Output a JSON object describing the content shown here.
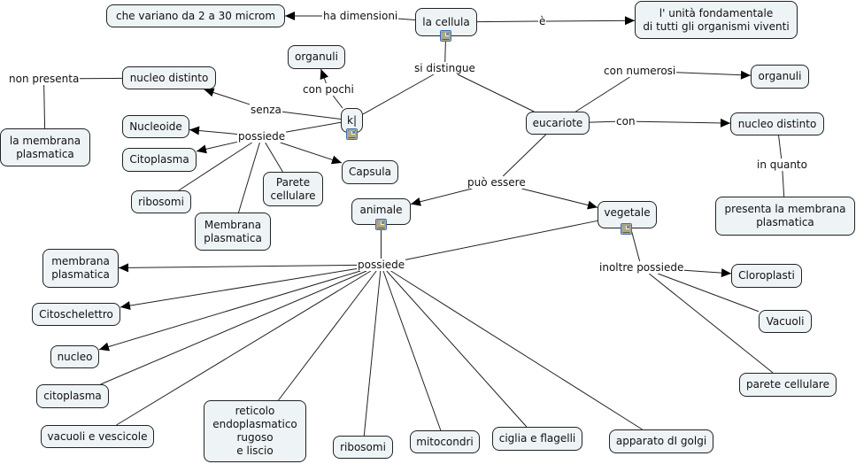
{
  "colors": {
    "node_fill": "#eef3f6",
    "node_border": "#222222",
    "line": "#222222",
    "resource_icon_border": "#3b6fb6"
  },
  "concepts": [
    {
      "id": "cellula",
      "label": "la cellula"
    },
    {
      "id": "dimensioni",
      "label": "che variano da 2 a 30 microm"
    },
    {
      "id": "unita",
      "label": "l' unità fondamentale\ndi tutti gli organismi viventi"
    },
    {
      "id": "organuli_pochi",
      "label": "organuli"
    },
    {
      "id": "procariote",
      "label": "k|"
    },
    {
      "id": "nucleo_distinto_p",
      "label": "nucleo distinto"
    },
    {
      "id": "membrana_np",
      "label": "la membrana\nplasmatica"
    },
    {
      "id": "nucleoide",
      "label": "Nucleoide"
    },
    {
      "id": "citoplasma_p",
      "label": "Citoplasma"
    },
    {
      "id": "ribosomi_p",
      "label": "ribosomi"
    },
    {
      "id": "membrana_p",
      "label": "Membrana\nplasmatica"
    },
    {
      "id": "parete_p",
      "label": "Parete\ncellulare"
    },
    {
      "id": "capsula",
      "label": "Capsula"
    },
    {
      "id": "eucariote",
      "label": "eucariote"
    },
    {
      "id": "organuli_num",
      "label": "organuli"
    },
    {
      "id": "nucleo_distinto_e",
      "label": "nucleo distinto"
    },
    {
      "id": "presenta_membrana",
      "label": "presenta la membrana\nplasmatica"
    },
    {
      "id": "animale",
      "label": "animale"
    },
    {
      "id": "vegetale",
      "label": "vegetale"
    },
    {
      "id": "membrana_a",
      "label": "membrana\nplasmatica"
    },
    {
      "id": "citoscheletro",
      "label": "Citoschelettro"
    },
    {
      "id": "nucleo_a",
      "label": "nucleo"
    },
    {
      "id": "citoplasma_a",
      "label": "citoplasma"
    },
    {
      "id": "vacuoli_vescicole",
      "label": "vacuoli e vescicole"
    },
    {
      "id": "reticolo",
      "label": "reticolo\nendoplasmatico\nrugoso\ne liscio"
    },
    {
      "id": "ribosomi_a",
      "label": "ribosomi"
    },
    {
      "id": "mitocondri",
      "label": "mitocondri"
    },
    {
      "id": "ciglia",
      "label": "ciglia e flagelli"
    },
    {
      "id": "golgi",
      "label": "apparato dI golgi"
    },
    {
      "id": "cloroplasti",
      "label": "Cloroplasti"
    },
    {
      "id": "vacuoli_v",
      "label": "Vacuoli"
    },
    {
      "id": "parete_v",
      "label": "parete cellulare"
    }
  ],
  "linking_phrases": [
    {
      "id": "ha_dimensioni",
      "label": "ha dimensioni"
    },
    {
      "id": "e",
      "label": "è"
    },
    {
      "id": "si_distingue",
      "label": "si distingue"
    },
    {
      "id": "con_pochi",
      "label": "con pochi"
    },
    {
      "id": "senza",
      "label": "senza"
    },
    {
      "id": "non_presenta",
      "label": "non presenta"
    },
    {
      "id": "possiede_p",
      "label": "possiede"
    },
    {
      "id": "con_numerosi",
      "label": "con numerosi"
    },
    {
      "id": "con",
      "label": "con"
    },
    {
      "id": "in_quanto",
      "label": "in quanto"
    },
    {
      "id": "puo_essere",
      "label": "può essere"
    },
    {
      "id": "possiede_a",
      "label": "possiede"
    },
    {
      "id": "inoltre_possiede",
      "label": "inoltre possiede"
    }
  ],
  "resource_icons": [
    {
      "on": "cellula",
      "icon": "document-image-icon"
    },
    {
      "on": "procariote",
      "icon": "document-image-icon"
    },
    {
      "on": "animale",
      "icon": "document-image-icon"
    },
    {
      "on": "vegetale",
      "icon": "document-image-icon"
    }
  ],
  "connections": [
    {
      "from": "cellula",
      "to": "ha_dimensioni",
      "arrow": false
    },
    {
      "from": "ha_dimensioni",
      "to": "dimensioni",
      "arrow": true
    },
    {
      "from": "cellula",
      "to": "e",
      "arrow": false
    },
    {
      "from": "e",
      "to": "unita",
      "arrow": true
    },
    {
      "from": "cellula",
      "to": "si_distingue",
      "arrow": false
    },
    {
      "from": "si_distingue",
      "to": "procariote",
      "arrow": false
    },
    {
      "from": "si_distingue",
      "to": "eucariote",
      "arrow": false
    },
    {
      "from": "procariote",
      "to": "con_pochi",
      "arrow": false
    },
    {
      "from": "con_pochi",
      "to": "organuli_pochi",
      "arrow": true
    },
    {
      "from": "procariote",
      "to": "senza",
      "arrow": false
    },
    {
      "from": "senza",
      "to": "nucleo_distinto_p",
      "arrow": true
    },
    {
      "from": "nucleo_distinto_p",
      "to": "non_presenta",
      "arrow": false
    },
    {
      "from": "non_presenta",
      "to": "membrana_np",
      "arrow": false
    },
    {
      "from": "procariote",
      "to": "possiede_p",
      "arrow": false
    },
    {
      "from": "possiede_p",
      "to": "nucleoide",
      "arrow": true
    },
    {
      "from": "possiede_p",
      "to": "citoplasma_p",
      "arrow": true
    },
    {
      "from": "possiede_p",
      "to": "ribosomi_p",
      "arrow": false
    },
    {
      "from": "possiede_p",
      "to": "membrana_p",
      "arrow": false
    },
    {
      "from": "possiede_p",
      "to": "parete_p",
      "arrow": false
    },
    {
      "from": "possiede_p",
      "to": "capsula",
      "arrow": true
    },
    {
      "from": "eucariote",
      "to": "con_numerosi",
      "arrow": false
    },
    {
      "from": "con_numerosi",
      "to": "organuli_num",
      "arrow": true
    },
    {
      "from": "eucariote",
      "to": "con",
      "arrow": false
    },
    {
      "from": "con",
      "to": "nucleo_distinto_e",
      "arrow": true
    },
    {
      "from": "nucleo_distinto_e",
      "to": "in_quanto",
      "arrow": false
    },
    {
      "from": "in_quanto",
      "to": "presenta_membrana",
      "arrow": false
    },
    {
      "from": "eucariote",
      "to": "puo_essere",
      "arrow": false
    },
    {
      "from": "puo_essere",
      "to": "animale",
      "arrow": true
    },
    {
      "from": "puo_essere",
      "to": "vegetale",
      "arrow": true
    },
    {
      "from": "animale",
      "to": "possiede_a",
      "arrow": false
    },
    {
      "from": "vegetale",
      "to": "possiede_a",
      "arrow": false
    },
    {
      "from": "possiede_a",
      "to": "membrana_a",
      "arrow": true
    },
    {
      "from": "possiede_a",
      "to": "citoscheletro",
      "arrow": true
    },
    {
      "from": "possiede_a",
      "to": "nucleo_a",
      "arrow": true
    },
    {
      "from": "possiede_a",
      "to": "citoplasma_a",
      "arrow": false
    },
    {
      "from": "possiede_a",
      "to": "vacuoli_vescicole",
      "arrow": false
    },
    {
      "from": "possiede_a",
      "to": "reticolo",
      "arrow": false
    },
    {
      "from": "possiede_a",
      "to": "ribosomi_a",
      "arrow": false
    },
    {
      "from": "possiede_a",
      "to": "mitocondri",
      "arrow": false
    },
    {
      "from": "possiede_a",
      "to": "ciglia",
      "arrow": false
    },
    {
      "from": "possiede_a",
      "to": "golgi",
      "arrow": false
    },
    {
      "from": "vegetale",
      "to": "inoltre_possiede",
      "arrow": false
    },
    {
      "from": "inoltre_possiede",
      "to": "cloroplasti",
      "arrow": true
    },
    {
      "from": "inoltre_possiede",
      "to": "vacuoli_v",
      "arrow": false
    },
    {
      "from": "inoltre_possiede",
      "to": "parete_v",
      "arrow": false
    }
  ]
}
